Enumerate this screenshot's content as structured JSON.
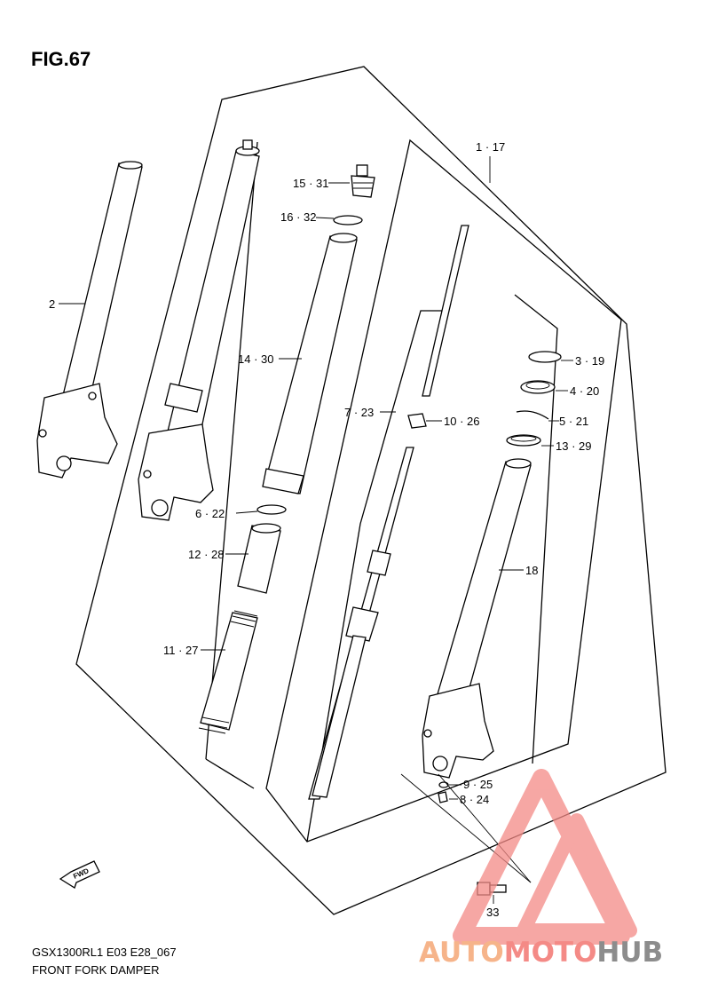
{
  "figure": {
    "title": "FIG.67",
    "model_code": "GSX1300RL1 E03 E28_067",
    "caption": "FRONT FORK DAMPER"
  },
  "callouts": [
    {
      "id": "2",
      "label": "2"
    },
    {
      "id": "1-17",
      "label": "1 · 17"
    },
    {
      "id": "15-31",
      "label": "15 · 31"
    },
    {
      "id": "16-32",
      "label": "16 · 32"
    },
    {
      "id": "14-30",
      "label": "14 · 30"
    },
    {
      "id": "3-19",
      "label": "3 · 19"
    },
    {
      "id": "4-20",
      "label": "4 · 20"
    },
    {
      "id": "7-23",
      "label": "7 · 23"
    },
    {
      "id": "10-26",
      "label": "10 · 26"
    },
    {
      "id": "5-21",
      "label": "5 · 21"
    },
    {
      "id": "6-22",
      "label": "6 · 22"
    },
    {
      "id": "12-28",
      "label": "12 · 28"
    },
    {
      "id": "13-29",
      "label": "13 · 29"
    },
    {
      "id": "18",
      "label": "18"
    },
    {
      "id": "11-27",
      "label": "11 · 27"
    },
    {
      "id": "9-25",
      "label": "9 · 25"
    },
    {
      "id": "8-24",
      "label": "8 · 24"
    },
    {
      "id": "33",
      "label": "33"
    }
  ],
  "direction_badge": {
    "label": "FWD",
    "icon": "fwd-arrow-icon"
  },
  "watermark": {
    "part_a": "AUTO",
    "part_b": "MOTO",
    "part_c": "HUB",
    "color_a": "#f6b48a",
    "color_b": "#f48a86",
    "color_c": "#8c8c8c",
    "logo_icon": "triangle-logo-icon"
  }
}
